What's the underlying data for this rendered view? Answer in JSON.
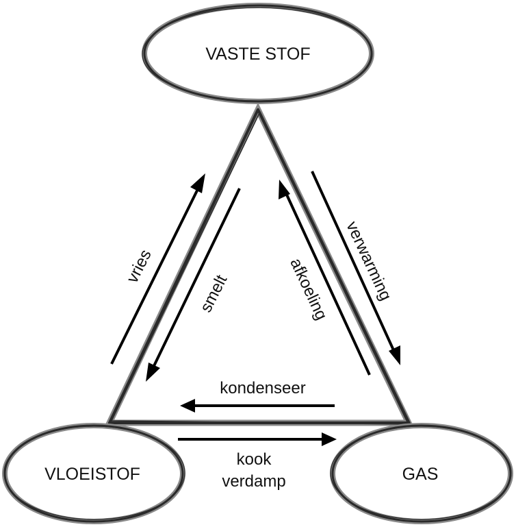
{
  "nodes": {
    "solid": "VASTE STOF",
    "liquid": "VLOEISTOF",
    "gas": "GAS"
  },
  "arrows": {
    "freeze": "vries",
    "melt": "smelt",
    "cooling": "afkoeling",
    "heating": "verwarming",
    "condense": "kondenseer",
    "boil_line1": "kook",
    "boil_line2": "verdamp"
  }
}
